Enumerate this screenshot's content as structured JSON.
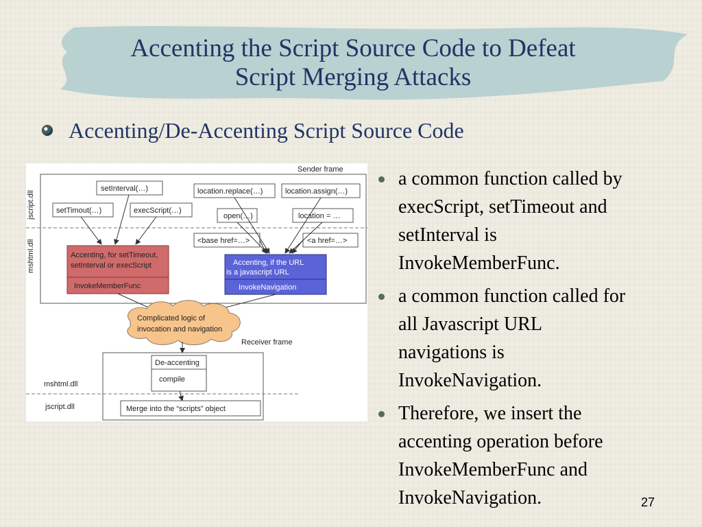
{
  "slide": {
    "title_line1": "Accenting the Script Source Code to Defeat",
    "title_line2": "Script Merging Attacks",
    "subtitle": "Accenting/De-Accenting Script Source Code",
    "page_number": "27"
  },
  "diagram": {
    "sender_frame": "Sender frame",
    "receiver_frame": "Receiver frame",
    "jscript_dll_vertical": "jscript.dll",
    "mshtml_dll_vertical": "mshtml.dll",
    "mshtml_dll": "mshtml.dll",
    "jscript_dll": "jscript.dll",
    "set_interval": "setInterval(…)",
    "set_timeout": "setTimout(…)",
    "exec_script": "execScript(…)",
    "location_replace": "location.replace(…)",
    "location_assign": "location.assign(…)",
    "open": "open(…)",
    "location_eq": "location = …",
    "base_href": "<base href=…>",
    "a_href": "<a href=…>",
    "accent_red_line1": "Accenting, for setTimeout,",
    "accent_red_line2": "setInterval or execScript",
    "invoke_member": "InvokeMemberFunc",
    "accent_blue_line1": "Accenting, if the URL",
    "accent_blue_line2": "is a javascript URL",
    "invoke_nav": "InvokeNavigation",
    "cloud_line1": "Complicated logic of",
    "cloud_line2": "invocation and navigation",
    "de_accenting": "De-accenting",
    "compile": "compile",
    "merge": "Merge into the “scripts” object"
  },
  "bullets": [
    {
      "lines": [
        "a common function called by",
        "execScript, setTimeout and",
        "setInterval is",
        "InvokeMemberFunc."
      ]
    },
    {
      "lines": [
        "a common function called for",
        "all Javascript URL",
        "navigations is",
        "InvokeNavigation."
      ]
    },
    {
      "lines": [
        "Therefore, we insert the",
        "accenting operation before",
        "InvokeMemberFunc and",
        "InvokeNavigation."
      ]
    }
  ],
  "colors": {
    "title": "#1f3564",
    "brush": "#b9d1d1",
    "red_box": "#cf6b6b",
    "blue_box": "#5b63d8",
    "cloud": "#f7c48c"
  }
}
